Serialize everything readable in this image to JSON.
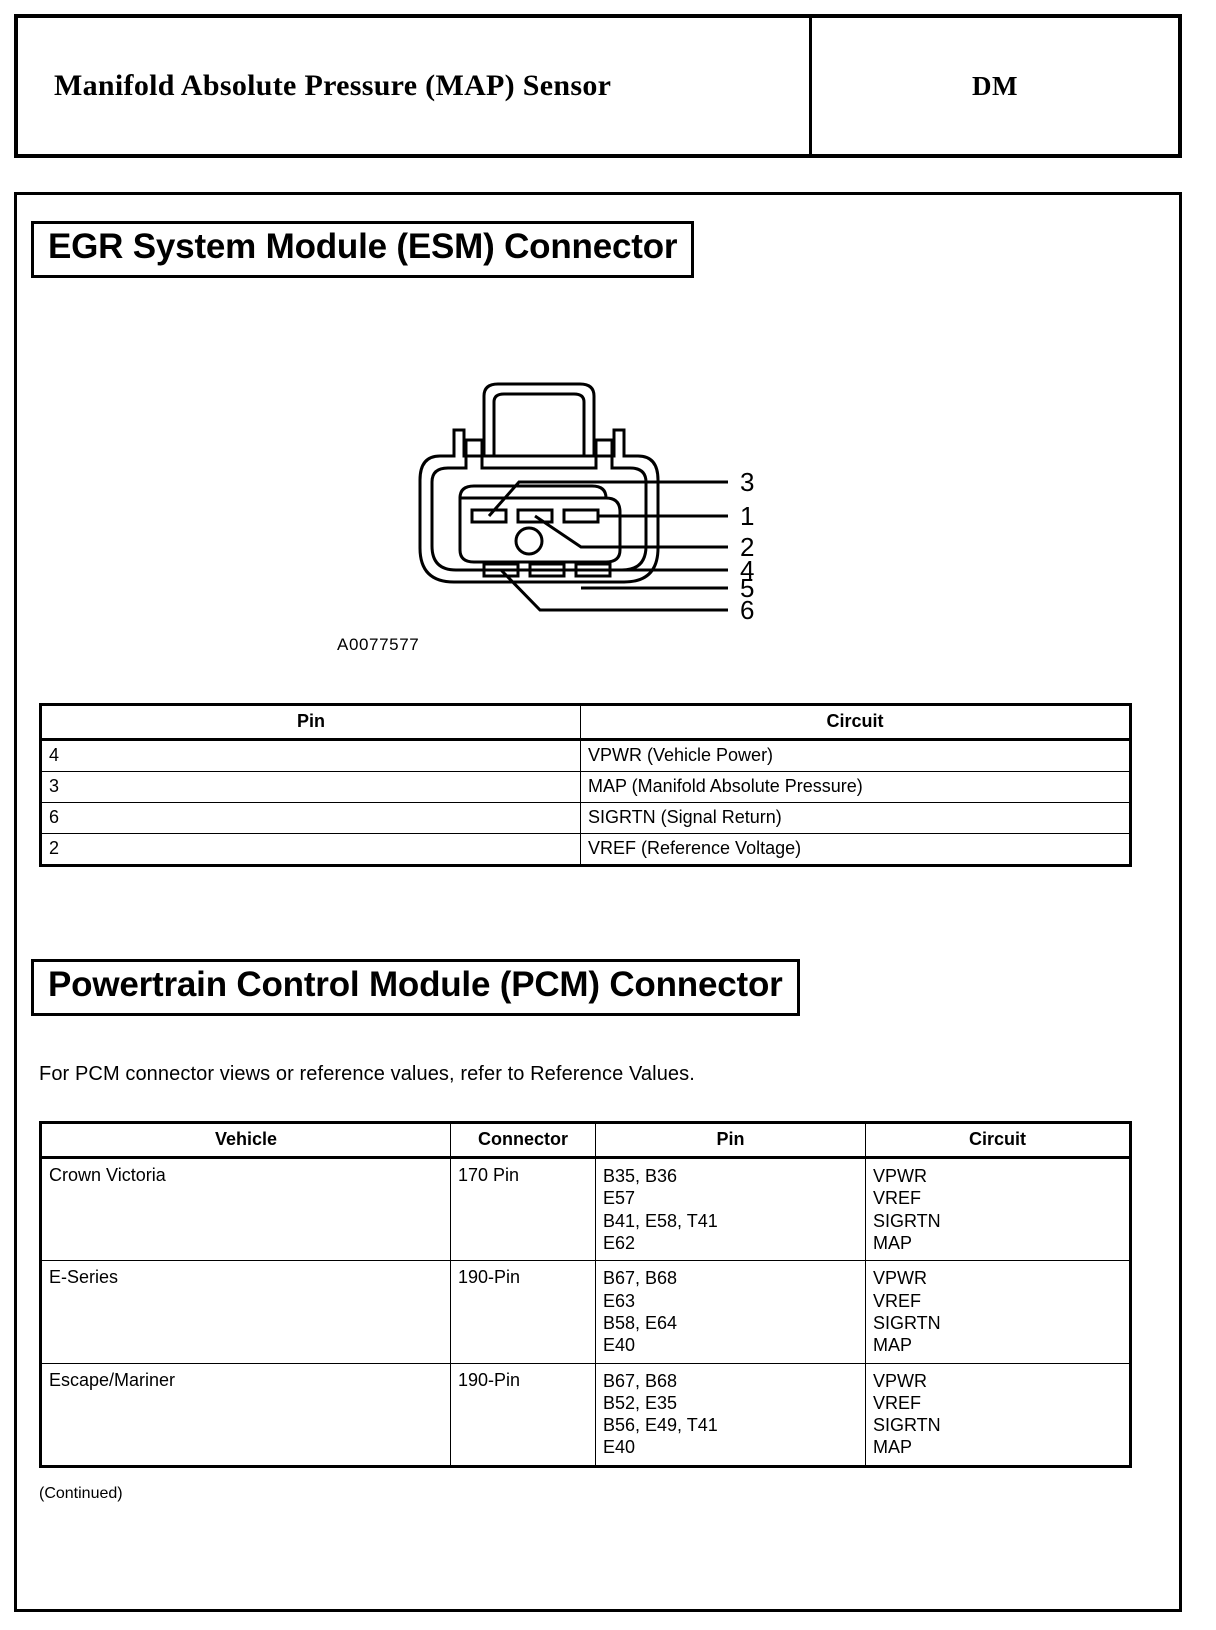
{
  "header": {
    "title": "Manifold Absolute Pressure (MAP) Sensor",
    "code": "DM"
  },
  "sections": {
    "esm": {
      "banner": "EGR System Module (ESM) Connector",
      "figure_id": "A0077577",
      "figure": {
        "callouts": [
          "3",
          "1",
          "2",
          "4",
          "5",
          "6"
        ]
      },
      "table": {
        "headers": [
          "Pin",
          "Circuit"
        ],
        "rows": [
          {
            "pin": "4",
            "circuit": "VPWR (Vehicle Power)"
          },
          {
            "pin": "3",
            "circuit": "MAP (Manifold Absolute Pressure)"
          },
          {
            "pin": "6",
            "circuit": "SIGRTN (Signal Return)"
          },
          {
            "pin": "2",
            "circuit": "VREF (Reference Voltage)"
          }
        ]
      }
    },
    "pcm": {
      "banner": "Powertrain Control Module (PCM) Connector",
      "note": "For PCM connector views or reference values, refer to Reference Values.",
      "table": {
        "headers": [
          "Vehicle",
          "Connector",
          "Pin",
          "Circuit"
        ],
        "rows": [
          {
            "vehicle": "Crown Victoria",
            "connector": "170 Pin",
            "pins": [
              "B35, B36",
              "E57",
              "B41, E58, T41",
              "E62"
            ],
            "circuits": [
              "VPWR",
              "VREF",
              "SIGRTN",
              "MAP"
            ]
          },
          {
            "vehicle": "E-Series",
            "connector": "190-Pin",
            "pins": [
              "B67, B68",
              "E63",
              "B58, E64",
              "E40"
            ],
            "circuits": [
              "VPWR",
              "VREF",
              "SIGRTN",
              "MAP"
            ]
          },
          {
            "vehicle": "Escape/Mariner",
            "connector": "190-Pin",
            "pins": [
              "B67, B68",
              "B52, E35",
              "B56, E49, T41",
              "E40"
            ],
            "circuits": [
              "VPWR",
              "VREF",
              "SIGRTN",
              "MAP"
            ]
          }
        ]
      },
      "footer": "(Continued)"
    }
  }
}
